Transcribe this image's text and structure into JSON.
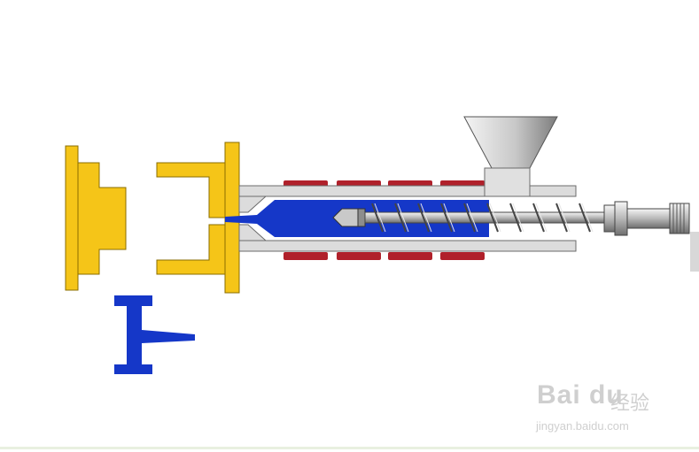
{
  "diagram": {
    "colors": {
      "mold": "#F5C518",
      "mold_edge": "#8a6d00",
      "plastic": "#1537C8",
      "barrel": "#DCDCDC",
      "barrel_edge": "#6b6b6b",
      "heater": "#B0202A",
      "hopper_dark": "#8c8c8c",
      "hopper_light": "#f2f2f2"
    },
    "icons": [
      "fixed-mold-half-icon",
      "moving-mold-half-icon",
      "molded-part-icon",
      "screw-icon",
      "hopper-icon",
      "heater-band-icon"
    ]
  },
  "watermark": {
    "brand": "Bai du",
    "cn": "经验",
    "url": "jingyan.baidu.com"
  }
}
